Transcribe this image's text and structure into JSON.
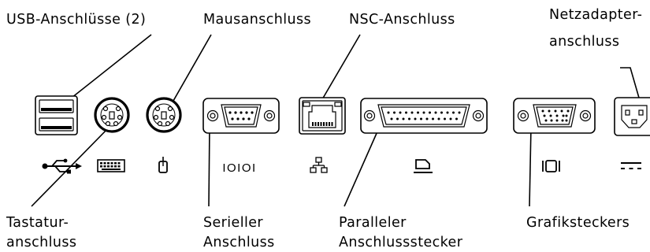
{
  "labels": {
    "usb": "USB-Anschlüsse (2)",
    "mouse": "Mausanschluss",
    "nsc": "NSC-Anschluss",
    "power_line1": "Netzadapter-",
    "power_line2": "anschluss",
    "keyboard_line1": "Tastatur-",
    "keyboard_line2": "anschluss",
    "serial_line1": "Serieller",
    "serial_line2": "Anschluss",
    "parallel_line1": "Paralleler",
    "parallel_line2": "Anschlussstecker",
    "video": "Grafiksteckers"
  },
  "port_icons": {
    "serial_symbol": "IOIOI"
  }
}
